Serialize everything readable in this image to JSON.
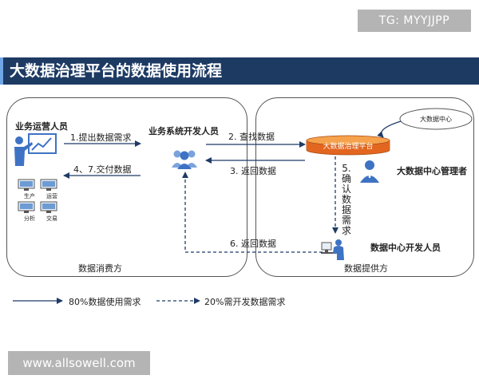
{
  "watermark_top": "TG: MYYJJPP",
  "watermark_bottom": "www.allsowell.com",
  "title": "大数据治理平台的数据使用流程",
  "left_panel_caption": "数据消费方",
  "right_panel_caption": "数据提供方",
  "roles": {
    "business_ops": "业务运营人员",
    "dev": "业务系统开发人员",
    "admin": "大数据中心管理者",
    "center_dev": "数据中心开发人员"
  },
  "apps": [
    "生产",
    "运营",
    "分析",
    "交易"
  ],
  "nodes": {
    "platform": "大数据治理平台",
    "center": "大数据中心"
  },
  "flows": {
    "f1": "1.提出数据需求",
    "f47": "4、7.交付数据",
    "f2": "2. 查找数据",
    "f3": "3. 返回数据",
    "f5": "5.确认数据需求",
    "f6": "6. 返回数据"
  },
  "legend": {
    "solid": "80%数据使用需求",
    "dashed": "20%需开发数据需求"
  },
  "colors": {
    "title_bg": "#1d3a63",
    "arrow": "#1f3b66",
    "person": "#3e73c4",
    "platform_top": "#f6a24c",
    "platform_body": "#e2661f"
  }
}
